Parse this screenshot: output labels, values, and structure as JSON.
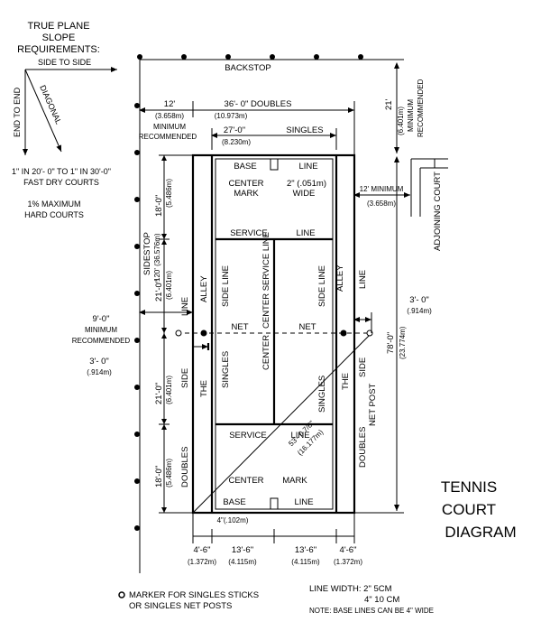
{
  "slope": {
    "title1": "TRUE PLANE",
    "title2": "SLOPE",
    "title3": "REQUIREMENTS:",
    "side_to_side": "SIDE TO SIDE",
    "end_to_end": "END TO END",
    "diagonal": "DIAGONAL",
    "fast1": "1\" IN 20'- 0\" TO 1\" IN 30'-0\"",
    "fast2": "FAST DRY COURTS",
    "hard1": "1% MAXIMUM",
    "hard2": "HARD COURTS"
  },
  "labels": {
    "backstop": "BACKSTOP",
    "doubles_w": "36'- 0\"  DOUBLES",
    "doubles_w_m": "(10.973m)",
    "run12_a": "12'",
    "run12_b": "(3.658m)",
    "run12_c": "MINIMUM",
    "run12_d": "RECOMMENDED",
    "singles_w": "27'-0\"",
    "singles_w_m": "(8.230m)",
    "singles": "SINGLES",
    "back21_a": "21'",
    "back21_b": "(6.401m)",
    "back21_c": "MINIMUM",
    "back21_d": "RECOMMENDED",
    "base_line": "BASE",
    "line": "LINE",
    "center_mark": "CENTER",
    "mark": "MARK",
    "wide1": "2\" (.051m)",
    "wide2": "WIDE",
    "service_line": "SERVICE",
    "service_line2": "LINE",
    "min12": "12' MINIMUM",
    "min12_m": "(3.658m)",
    "adjoining": "ADJOINING COURT",
    "sidestop": "SIDESTOP",
    "sidestop_len": "120' (36.576m)",
    "d18": "18'-0\"",
    "d18_m": "(5.486m)",
    "d21": "21'-0\"",
    "d21_m": "(6.401m)",
    "total78": "78'-0\"",
    "total78_m": "(23.774m)",
    "alley": "ALLEY",
    "side_line": "SIDE LINE",
    "service_line_v": "SERVICE LINE",
    "center_service_line": "CENTER SERVICE LINE",
    "net": "NET",
    "center": "CENTER",
    "singles_v": "SINGLES",
    "the": "THE",
    "side": "SIDE",
    "line_v": "LINE",
    "doubles": "DOUBLES",
    "net_post": "NET POST",
    "post3": "3'- 0\"",
    "post3_m": "(.914m)",
    "left9": "9'-0\"",
    "left9_b": "MINIMUM",
    "left9_c": "RECOMMENDED",
    "left3": "3'- 0\"",
    "left3_m": "(.914m)",
    "diag": "53'- 0 7/8\"",
    "diag_m": "(16.177m)",
    "base4": "4\"(.102m)",
    "b1": "4'-6\"",
    "b1_m": "(1.372m)",
    "b2": "13'-6\"",
    "b2_m": "(4.115m)",
    "b3": "13'-6\"",
    "b3_m": "(4.115m)",
    "b4": "4'-6\"",
    "b4_m": "(1.372m)"
  },
  "legend": {
    "marker1": "MARKER FOR SINGLES STICKS",
    "marker2": "OR SINGLES NET POSTS",
    "lw": "LINE WIDTH:  2\"    5CM",
    "lw2": "4\"   10 CM",
    "note": "NOTE:  BASE LINES CAN BE 4\" WIDE"
  },
  "title": {
    "t1": "TENNIS",
    "t2": "COURT",
    "t3": "DIAGRAM"
  }
}
